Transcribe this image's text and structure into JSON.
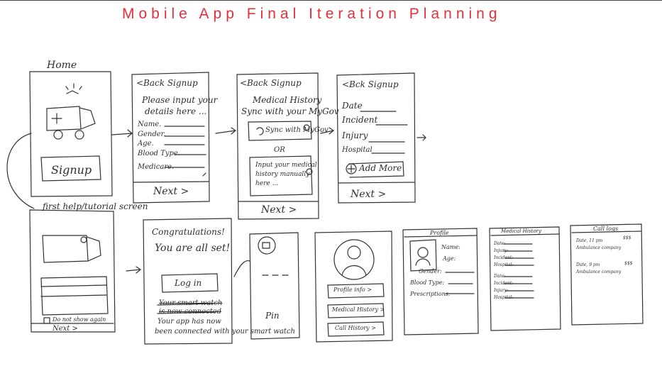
{
  "title": "Mobile App Final Iteration Planning",
  "accent_color": "#e0303a",
  "screens": {
    "home": {
      "label": "Home",
      "button": "Signup",
      "icon": "ambulance-icon"
    },
    "signup1": {
      "back": "<Back  Signup",
      "intro_1": "Please input your",
      "intro_2": "details here ...",
      "fields": [
        "Name.",
        "Gender.",
        "Age.",
        "Blood Type.",
        "Medicare."
      ],
      "next": "Next  >"
    },
    "signup2": {
      "back": "<Back  Signup",
      "intro_1": "Medical History",
      "intro_2": "Sync with your MyGov",
      "sync": "Sync with MyGov",
      "or": "OR",
      "manual_1": "Input your medical",
      "manual_2": "history manually",
      "manual_3": "here ...",
      "next": "Next  >"
    },
    "signup3": {
      "back": "<Bck  Signup",
      "fields": [
        "Date",
        "Incident",
        "Injury",
        "Hospital"
      ],
      "add": "Add More",
      "next": "Next  >"
    },
    "tutorial": {
      "label": "first help/tutorial screen",
      "checkbox": "Do not show again",
      "next": "Next >"
    },
    "congrats": {
      "line1": "Congratulations!",
      "line2": "You are all set!",
      "button": "Log in",
      "strike_1": "Your smart watch",
      "strike_2": "is now connected",
      "line3": "Your app has now",
      "line4": "been connected with your smart watch"
    },
    "pin": {
      "label": "Pin"
    },
    "profile_menu": {
      "items": [
        "Profile info >",
        "Medical History >",
        "Call History >"
      ]
    },
    "profile": {
      "title": "Profile",
      "name": "Name:",
      "age": "Age:",
      "gender": "Gender:",
      "blood": "Blood Type:",
      "prescriptions": "Prescriptions:"
    },
    "medical_history": {
      "title": "Medical History",
      "entry_fields": [
        "Date:",
        "Injury:",
        "Incident:",
        "Hospital:"
      ],
      "entry2_fields": [
        "Date:",
        "Incident:",
        "Injury:",
        "Hospital:"
      ]
    },
    "call_logs": {
      "title": "Call logs",
      "entries": [
        {
          "line1": "Date, 11 pm",
          "line2": "Ambulance company",
          "amount": "$$$"
        },
        {
          "line1": "Date, 9 pm",
          "line2": "Ambulance company",
          "amount": "$$$"
        }
      ]
    }
  }
}
